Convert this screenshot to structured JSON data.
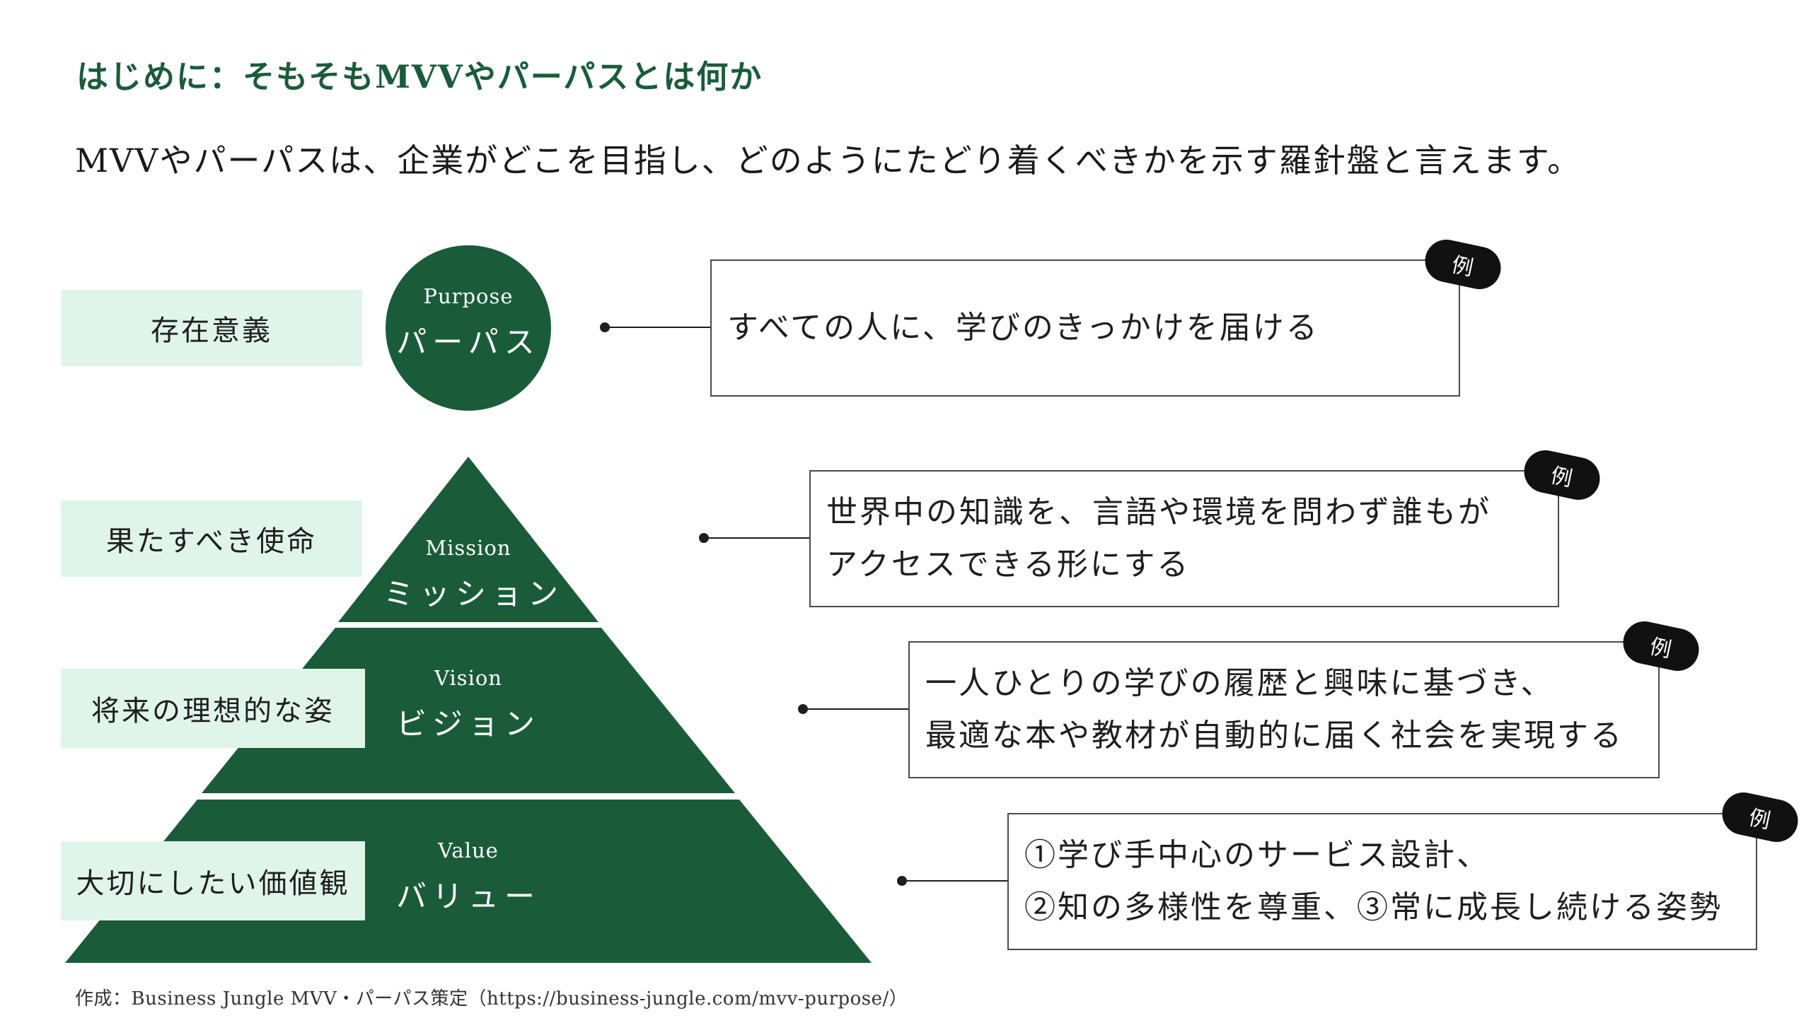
{
  "heading": "はじめに：そもそもMVVやパーパスとは何か",
  "lead": "MVVやパーパスは、企業がどこを目指し、どのようにたどり着くべきかを示す羅針盤と言えます。",
  "colors": {
    "accent": "#1a5c3a",
    "label_bg": "#dff5ea",
    "tag_bg": "#111111"
  },
  "levels": [
    {
      "label": "存在意義",
      "en": "Purpose",
      "jp": "パーパス",
      "example_tag": "例",
      "example_lines": [
        "すべての人に、学びのきっかけを届ける"
      ]
    },
    {
      "label": "果たすべき使命",
      "en": "Mission",
      "jp": "ミッション",
      "example_tag": "例",
      "example_lines": [
        "世界中の知識を、言語や環境を問わず誰もが",
        "アクセスできる形にする"
      ]
    },
    {
      "label": "将来の理想的な姿",
      "en": "Vision",
      "jp": "ビジョン",
      "example_tag": "例",
      "example_lines": [
        "一人ひとりの学びの履歴と興味に基づき、",
        "最適な本や教材が自動的に届く社会を実現する"
      ]
    },
    {
      "label": "大切にしたい価値観",
      "en": "Value",
      "jp": "バリュー",
      "example_tag": "例",
      "example_lines": [
        "①学び手中心のサービス設計、",
        "②知の多様性を尊重、③常に成長し続ける姿勢"
      ]
    }
  ],
  "source": "作成：Business Jungle MVV・パーパス策定（https://business-jungle.com/mvv-purpose/）"
}
